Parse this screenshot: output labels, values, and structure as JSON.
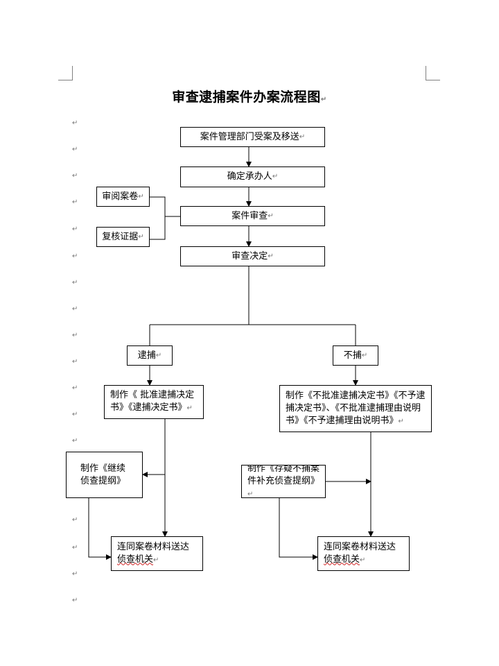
{
  "title": "审查逮捕案件办案流程图",
  "paragraph_mark": "↵",
  "nodes": {
    "receive": "案件管理部门受案及移送",
    "assign": "确定承办人",
    "review": "案件审查",
    "read_files": "审阅案卷",
    "recheck": "复核证据",
    "decision": "审查决定",
    "arrest": "逮捕",
    "no_arrest": "不捕",
    "make_arrest_docs": "制作《 批准逮捕决定书》《逮捕决定书》",
    "make_no_arrest_docs": "制作《不批准逮捕决定书》《不予逮捕决定书》、《不批准逮捕理由说明书》《不予逮捕理由说明书》",
    "continue_outline": "制作《继续侦查提纲》",
    "supplement_outline": "制作《存疑不捕案件补充侦查提纲》",
    "send_left_a": "连同案卷材料送达",
    "send_left_b": "侦查机关",
    "send_right_a": "连同案卷材料送达",
    "send_right_b": "侦查机关"
  }
}
